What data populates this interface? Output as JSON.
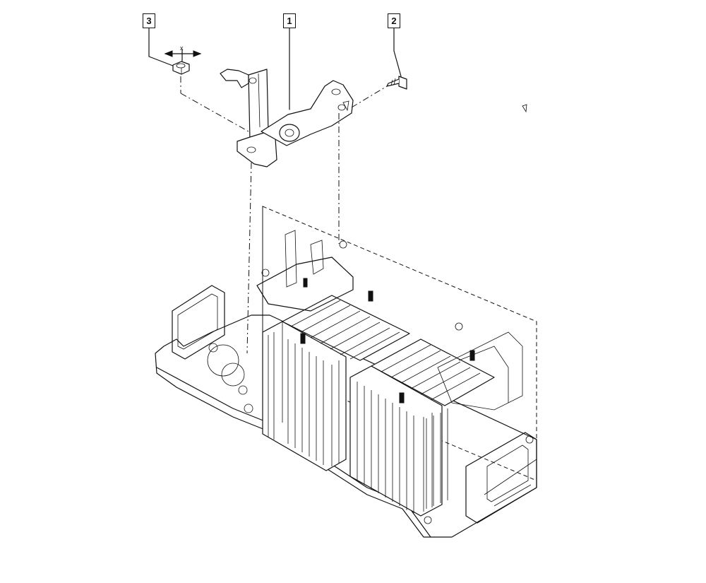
{
  "callouts": [
    {
      "number": "1",
      "part": "bracket"
    },
    {
      "number": "2",
      "part": "bolt"
    },
    {
      "number": "3",
      "part": "nut"
    }
  ],
  "dimension_label": "x",
  "icons": [
    "bracket-part",
    "bolt-part",
    "nut-part",
    "battery-assembly",
    "torque-arrow-icon"
  ]
}
